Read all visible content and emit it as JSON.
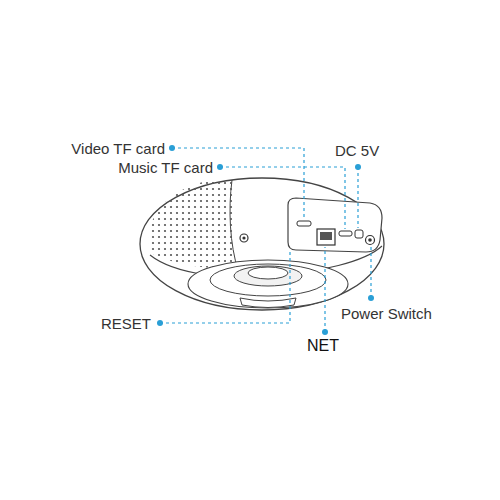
{
  "diagram": {
    "labels": [
      "Video TF card",
      "Music TF card",
      "DC 5V",
      "RESET",
      "NET",
      "Power Switch"
    ]
  }
}
